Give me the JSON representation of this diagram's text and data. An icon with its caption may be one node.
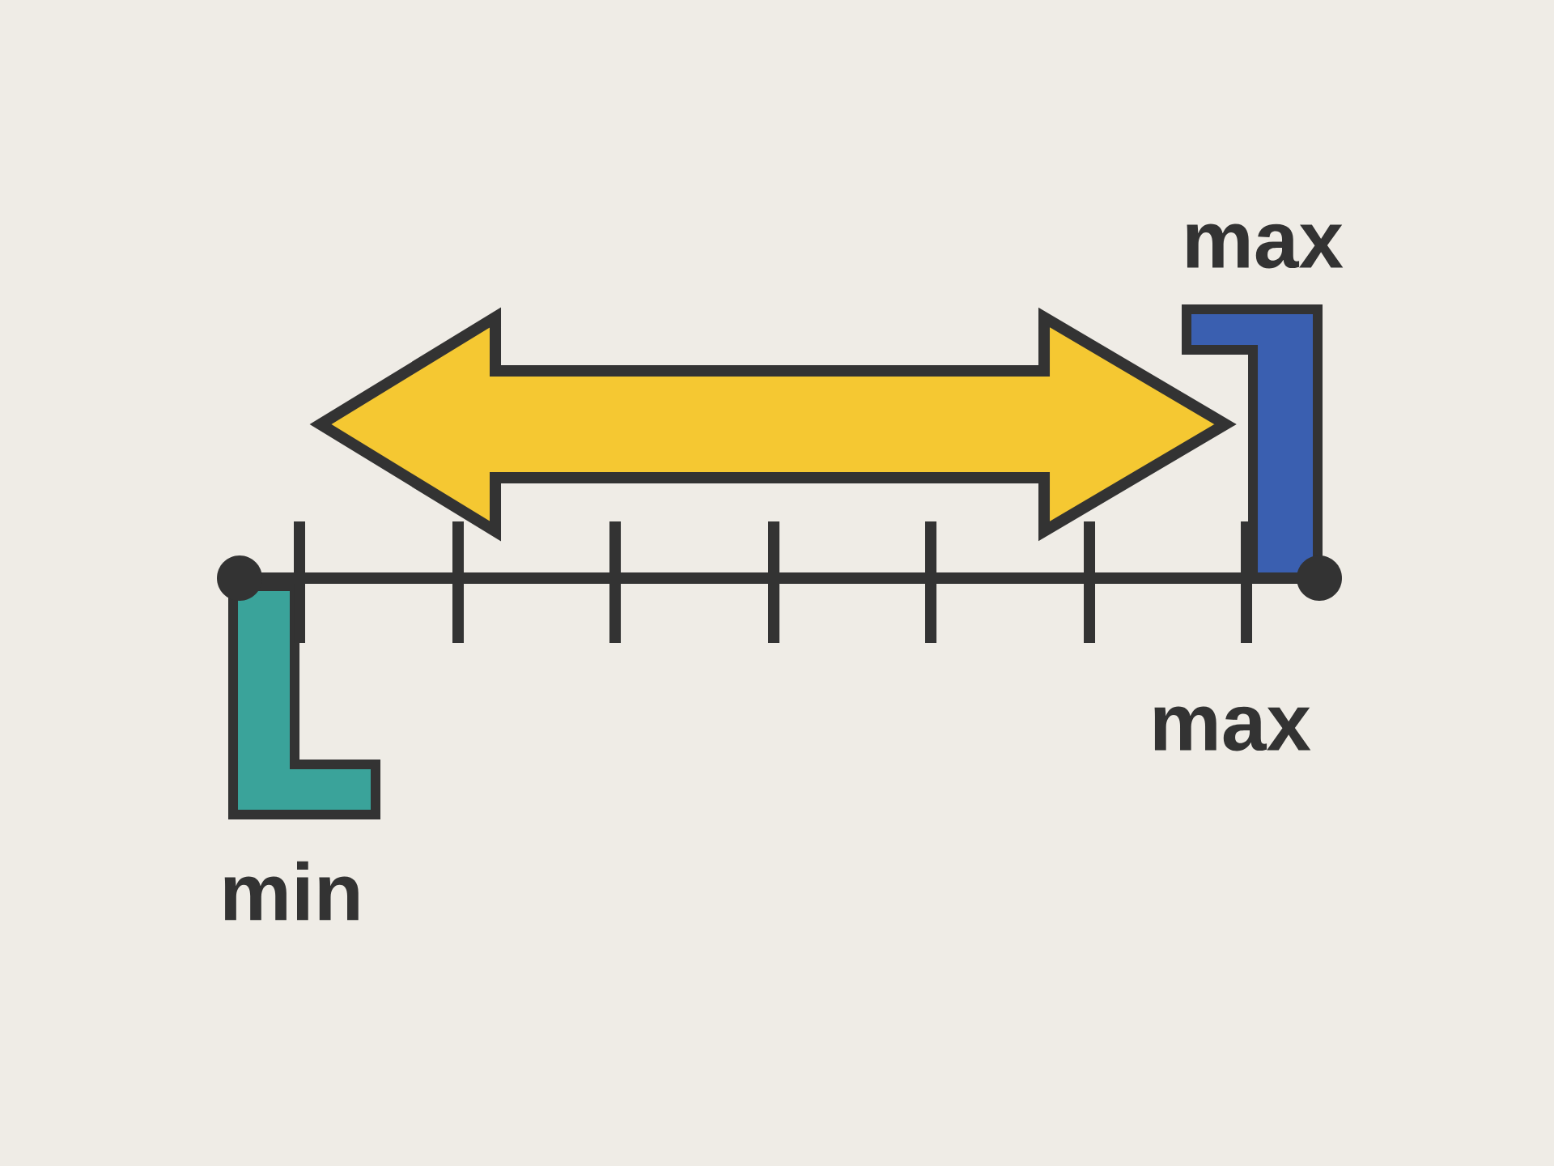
{
  "diagram": {
    "labels": [
      "max",
      "max",
      "min"
    ]
  }
}
